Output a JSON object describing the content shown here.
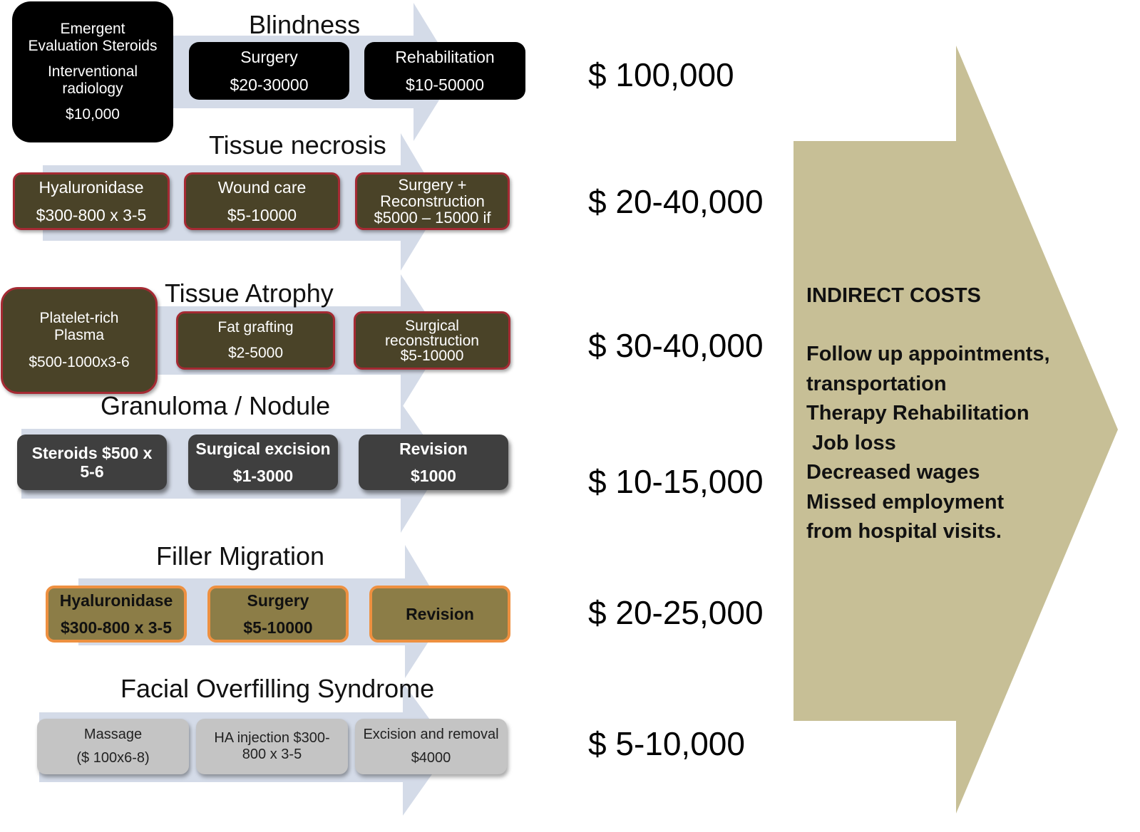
{
  "colors": {
    "arrow_light": "#d4dbe8",
    "big_arrow": "#c7bf96",
    "black_box": "#000000",
    "necrosis_box": "#4a4328",
    "necrosis_border": "#a52a33",
    "granuloma_box": "#3f3f3f",
    "migration_box": "#8c7d47",
    "migration_border": "#ee9040",
    "overfill_box": "#c4c4c4"
  },
  "rows": {
    "blindness": {
      "title": "Blindness",
      "box1": {
        "lines": [
          "Emergent",
          "Evaluation Steroids",
          "Interventional",
          "radiology",
          "$10,000"
        ]
      },
      "box2": {
        "lines": [
          "Surgery",
          "$20-30000"
        ]
      },
      "box3": {
        "lines": [
          "Rehabilitation",
          "$10-50000"
        ]
      },
      "cost": "$ 100,000"
    },
    "necrosis": {
      "title": "Tissue necrosis",
      "box1": {
        "lines": [
          "Hyaluronidase",
          "$300-800 x 3-5"
        ]
      },
      "box2": {
        "lines": [
          "Wound care",
          "$5-10000"
        ]
      },
      "box3": {
        "lines": [
          "Surgery +",
          "Reconstruction",
          "$5000 – 15000 if"
        ]
      },
      "cost": "$ 20-40,000"
    },
    "atrophy": {
      "title": "Tissue Atrophy",
      "box1": {
        "lines": [
          "Platelet-rich",
          "Plasma",
          "$500-1000x3-6"
        ]
      },
      "box2": {
        "lines": [
          "Fat grafting",
          "$2-5000"
        ]
      },
      "box3": {
        "lines": [
          "Surgical",
          "reconstruction",
          "$5-10000"
        ]
      },
      "cost": "$ 30-40,000"
    },
    "granuloma": {
      "title": "Granuloma / Nodule",
      "box1": {
        "lines": [
          "Steroids $500 x",
          "5-6"
        ]
      },
      "box2": {
        "lines": [
          "Surgical excision",
          "$1-3000"
        ]
      },
      "box3": {
        "lines": [
          "Revision",
          "$1000"
        ]
      },
      "cost": "$ 10-15,000"
    },
    "migration": {
      "title": "Filler Migration",
      "box1": {
        "lines": [
          "Hyaluronidase",
          "$300-800 x 3-5"
        ]
      },
      "box2": {
        "lines": [
          "Surgery",
          "$5-10000"
        ]
      },
      "box3": {
        "lines": [
          "Revision"
        ]
      },
      "cost": "$ 20-25,000"
    },
    "overfill": {
      "title": "Facial Overfilling Syndrome",
      "box1": {
        "lines": [
          "Massage",
          "($ 100x6-8)"
        ]
      },
      "box2": {
        "lines": [
          "HA injection $300-",
          "800 x 3-5"
        ]
      },
      "box3": {
        "lines": [
          "Excision and removal",
          "$4000"
        ]
      },
      "cost": "$ 5-10,000"
    }
  },
  "indirect": {
    "heading": "INDIRECT COSTS",
    "items": [
      "Follow up appointments,",
      "transportation",
      "Therapy Rehabilitation",
      " Job loss",
      "Decreased wages",
      "Missed employment",
      "from hospital visits."
    ]
  }
}
